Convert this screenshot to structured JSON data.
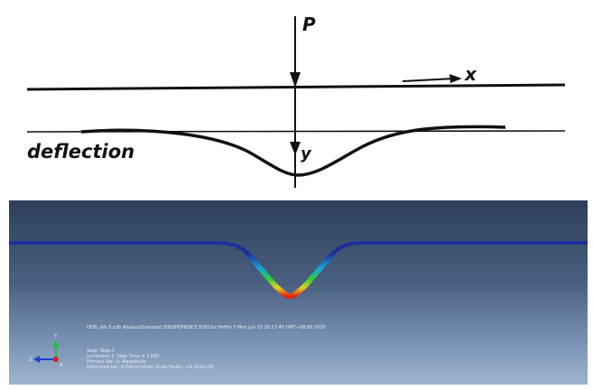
{
  "sketch": {
    "load_label": "P",
    "x_axis_label": "x",
    "y_axis_label": "y",
    "deflection_label": "deflection"
  },
  "abaqus": {
    "odb_line": "ODB: Job-3.odb   Abaqus/Standard 3DEXPERIENCE R2016x HotFix 3   Mon Jun 15 20:17:45 GMT+08:00 2020",
    "step_line": "Step: Step-1",
    "increment_line": "Increment     1: Step Time =    1.000",
    "primary_var_line": "Primary Var: U, Magnitude",
    "deformed_var_line": "Deformed Var: U   Deformation Scale Factor: +4.203e+05",
    "triad_labels": {
      "y": "Y",
      "z": "Z",
      "x": "X"
    },
    "colors": {
      "beam": "#1a2f9a",
      "max": "#e02010",
      "mid": "#2fcf3a",
      "min": "#1a2f9a"
    }
  }
}
